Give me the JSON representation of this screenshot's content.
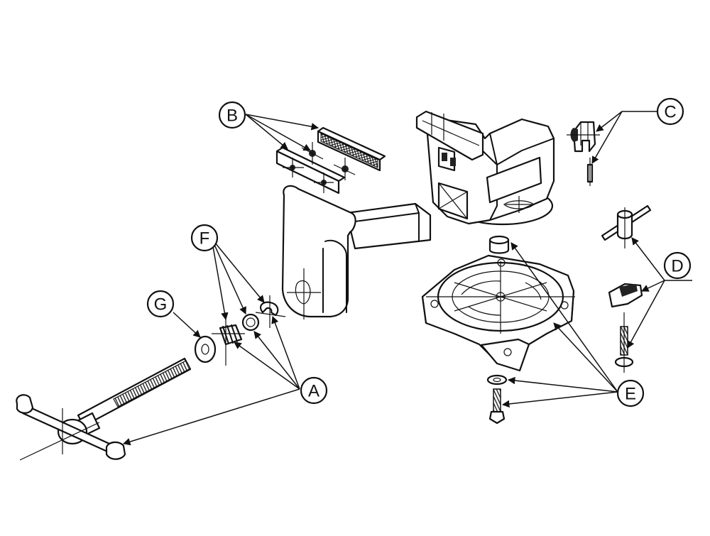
{
  "callouts": {
    "a": "A",
    "b": "B",
    "c": "C",
    "d": "D",
    "e": "E",
    "f": "F",
    "g": "G"
  }
}
